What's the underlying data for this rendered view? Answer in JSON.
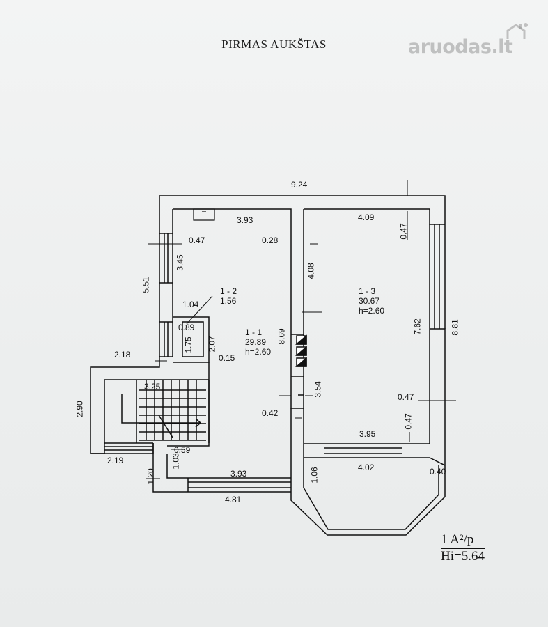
{
  "title": "PIRMAS AUKŠTAS",
  "watermark": "aruodas.lt",
  "rooms": [
    {
      "number": "1 - 1",
      "area": "29.89",
      "height": "h=2.60"
    },
    {
      "number": "1 - 2",
      "area": "1.56"
    },
    {
      "number": "1 - 3",
      "area": "30.67",
      "height": "h=2.60"
    }
  ],
  "dimensions": {
    "overall_width": "9.24",
    "d_393_top": "3.93",
    "d_409_top": "4.09",
    "d_047_a": "0.47",
    "d_028": "0.28",
    "d_047_b": "0.47",
    "d_551": "5.51",
    "d_345": "3.45",
    "d_408": "4.08",
    "d_104": "1.04",
    "d_089": "0.89",
    "d_175": "1.75",
    "d_207": "2.07",
    "d_015": "0.15",
    "d_869": "8.69",
    "d_762": "7.62",
    "d_881": "8.81",
    "d_218": "2.18",
    "d_325": "3.25",
    "d_290": "2.90",
    "d_354": "3.54",
    "d_047_c": "0.47",
    "d_042": "0.42",
    "d_047_d": "0.47",
    "d_395": "3.95",
    "d_059": "0.59",
    "d_219": "2.19",
    "d_103": "1.03",
    "d_402": "4.02",
    "d_120": "1.20",
    "d_393_bottom": "3.93",
    "d_106": "1.06",
    "d_040": "0.40",
    "d_481": "4.81"
  },
  "stamp": {
    "line1": "1 A²/p",
    "line2": "Hi=5.64"
  }
}
